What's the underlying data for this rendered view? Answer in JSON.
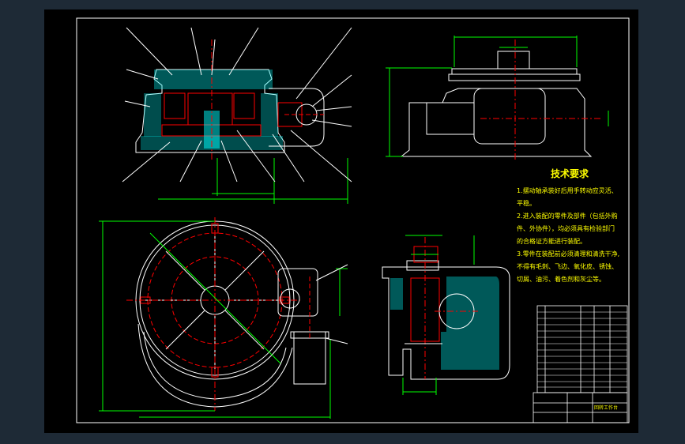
{
  "drawing": {
    "background": "#000000",
    "outer_bg": "#1e2a36",
    "colors": {
      "outline": "#ffffff",
      "part": "#ff0000",
      "hatch": "#00ffff",
      "dimension": "#00ff00",
      "center": "#ff0000",
      "leader": "#ffffff",
      "text": "#ffff00"
    }
  },
  "tech_requirements": {
    "title": "技术要求",
    "items": [
      "1.摆动轴承装好后用手转动应灵活、",
      "   平稳。",
      "2.进入装配的零件及部件（包括外购",
      "   件、外协件），均必须具有检验部门",
      "   的合格证方能进行装配。",
      "3.零件在装配前必须清理和清洗干净,",
      "   不得有毛刺、飞边、氧化皮、锈蚀、",
      "   切屑、油污、着色剂和灰尘等。"
    ]
  },
  "title_block": {
    "drawing_name": "回转工作台"
  }
}
